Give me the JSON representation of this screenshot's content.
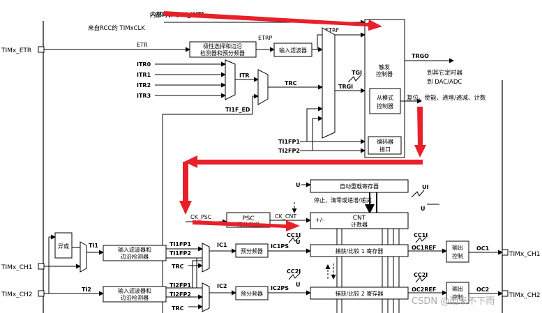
{
  "title": {
    "internal_clock": "内部时钟 (CK_INT)",
    "rcc_source": "来自RCC的 TIMxCLK"
  },
  "pins": {
    "etr": "TIMx_ETR",
    "ch1_in": "TIMx_CH1",
    "ch2_in": "TIMx_CH2",
    "ch1_out": "TIMx_CH1",
    "ch2_out": "TIMx_CH2"
  },
  "signals": {
    "etr": "ETR",
    "etrp": "ETRP",
    "etrf": "ETRF",
    "itr0": "ITR0",
    "itr1": "ITR1",
    "itr2": "ITR2",
    "itr3": "ITR3",
    "itr": "ITR",
    "trc": "TRC",
    "tgi": "TGI",
    "trgi": "TRGI",
    "ti1f_ed": "TI1F_ED",
    "ti1fp1": "TI1FP1",
    "ti2fp2": "TI2FP2",
    "trgo": "TRGO",
    "ck_psc": "CK_PSC",
    "ck_cnt": "CK_CNT",
    "u": "U",
    "ui": "UI",
    "plusminus": "+/-",
    "ti1": "TI1",
    "ti2": "TI2",
    "ti1fp1_b": "TI1FP1",
    "ti1fp2_b": "TI1FP2",
    "ti2fp1_b": "TI2FP1",
    "ti2fp2_b": "TI2FP2",
    "trc_b1": "TRC",
    "trc_b2": "TRC",
    "ic1": "IC1",
    "ic2": "IC2",
    "ic1ps": "IC1PS",
    "ic2ps": "IC2PS",
    "cc1i_a": "CC1I",
    "cc1i_b": "CC1I",
    "cc2i_a": "CC2I",
    "cc2i_b": "CC2I",
    "oc1ref": "OC1REF",
    "oc2ref": "OC2REF",
    "oc1": "OC1",
    "oc2": "OC2",
    "u1": "U",
    "u2": "U"
  },
  "blocks": {
    "polarity_1": "极性选择和边沿",
    "polarity_2": "检测器和预分频器",
    "input_filter": "输入滤波器",
    "trigger_1": "触发",
    "trigger_2": "控制器",
    "slave_1": "从模式",
    "slave_2": "控制器",
    "encoder_1": "编码器",
    "encoder_2": "接口",
    "auto_reload": "自动重载寄存器",
    "psc": "PSC",
    "psc_sub": "预分频器",
    "cnt": "CNT",
    "cnt_sub": "计数器",
    "nonsense": "异或",
    "in_filter1_1": "输入滤波器和",
    "in_filter1_2": "边沿检测器",
    "in_filter2_1": "输入滤波器和",
    "in_filter2_2": "边沿检测器",
    "prescaler1": "预分频器",
    "prescaler2": "预分频器",
    "capcmp1": "捕获/比较 1 寄存器",
    "capcmp2": "捕获/比较 2 寄存器",
    "outctl_1": "输出",
    "outctl_2": "控制",
    "outctl2_1": "输出",
    "outctl2_2": "控制"
  },
  "notes": {
    "other_timers": "到其它定时器",
    "dac_adc": "到 DAC/ADC",
    "reset_enable": "复位、使能、递增/递减、计数",
    "stop_clear": "停止、清零或递增/递减"
  },
  "watermark": "CSDN @雨来不下雨",
  "colors": {
    "arrow": "#e8202a",
    "line": "#000000"
  }
}
